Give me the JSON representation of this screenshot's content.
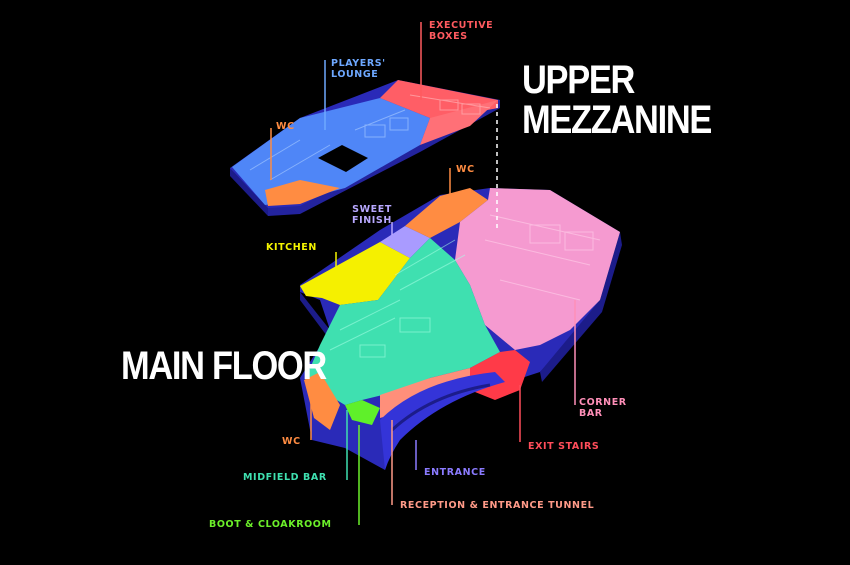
{
  "titles": {
    "upper": "UPPER MEZZANINE",
    "main": "MAIN FLOOR"
  },
  "labels": {
    "executive_boxes": {
      "line1": "EXECUTIVE",
      "line2": "BOXES",
      "color": "#ff5a5f"
    },
    "players_lounge": {
      "line1": "PLAYERS'",
      "line2": "LOUNGE",
      "color": "#6ea8ff"
    },
    "wc_upper": {
      "text": "WC",
      "color": "#ff8c42"
    },
    "wc_main_top": {
      "text": "WC",
      "color": "#ff8c42"
    },
    "sweet_finish": {
      "line1": "SWEET",
      "line2": "FINISH",
      "color": "#b8a8ff"
    },
    "kitchen": {
      "text": "KITCHEN",
      "color": "#f5f500"
    },
    "corner_bar": {
      "line1": "CORNER",
      "line2": "BAR",
      "color": "#ff8fb8"
    },
    "exit_stairs": {
      "text": "EXIT STAIRS",
      "color": "#ff4d5a"
    },
    "wc_main_bottom": {
      "text": "WC",
      "color": "#ff8c42"
    },
    "midfield_bar": {
      "text": "MIDFIELD BAR",
      "color": "#3fe0b0"
    },
    "entrance": {
      "text": "ENTRANCE",
      "color": "#8b7bff"
    },
    "reception_tunnel": {
      "text": "RECEPTION & ENTRANCE TUNNEL",
      "color": "#ff9a88"
    },
    "boot_cloakroom": {
      "text": "BOOT & CLOAKROOM",
      "color": "#6cf02a"
    }
  },
  "colors": {
    "background": "#000000",
    "base_blue": "#2a2ab8",
    "executive": "#ff5e66",
    "lounge": "#4f86f7",
    "wc": "#ff8c42",
    "sweet": "#a99bff",
    "kitchen": "#f5f000",
    "midfield": "#3fe0b0",
    "corner": "#f59ad0",
    "stairs": "#ff3a48",
    "boot": "#5ff02a",
    "reception": "#ff8f7a"
  }
}
